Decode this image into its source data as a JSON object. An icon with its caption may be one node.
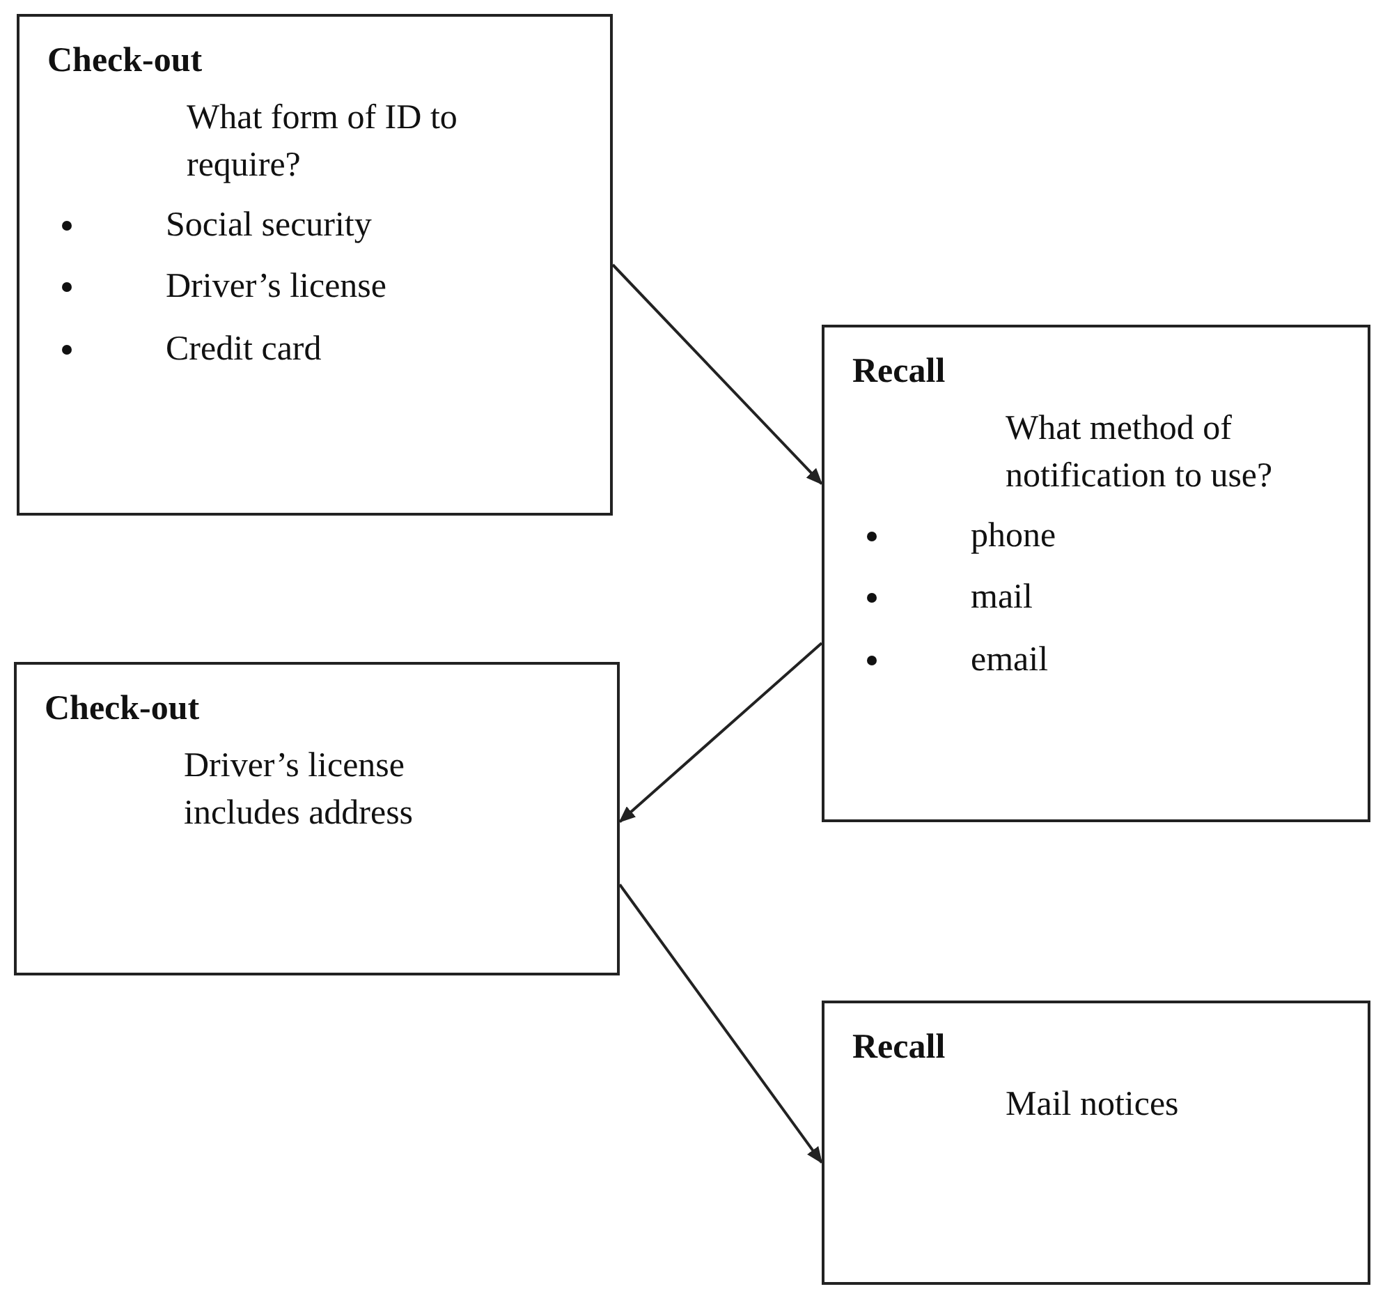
{
  "diagram": {
    "nodes": [
      {
        "text": [
          "Check-out",
          "What form of ID to require?",
          "Social security",
          "Driver’s license",
          "Credit card"
        ]
      },
      {
        "text": [
          "Recall",
          "What method of notification to use?",
          "phone",
          "mail",
          "email"
        ]
      },
      {
        "text": [
          "Check-out",
          "Driver’s license includes address"
        ]
      },
      {
        "text": [
          "Recall",
          "Mail notices"
        ]
      }
    ],
    "edges": [
      {
        "from": 0,
        "to": 1,
        "arrow": "to"
      },
      {
        "from": 1,
        "to": 2,
        "arrow": "to"
      },
      {
        "from": 2,
        "to": 3,
        "arrow": "to"
      }
    ]
  }
}
